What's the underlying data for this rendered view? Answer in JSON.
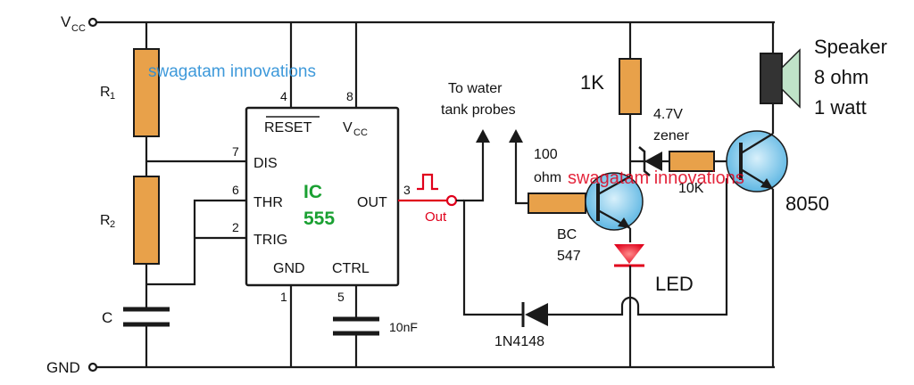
{
  "labels": {
    "vcc_main": "V",
    "vcc_sub": "CC",
    "gnd": "GND",
    "r1": "R",
    "r1_sub": "1",
    "r2": "R",
    "r2_sub": "2",
    "c": "C",
    "ic_line1": "IC",
    "ic_line2": "555",
    "pin_reset": "RESET",
    "pin_vcc_main": "V",
    "pin_vcc_sub": "CC",
    "pin_dis": "DIS",
    "pin_thr": "THR",
    "pin_trig": "TRIG",
    "pin_out": "OUT",
    "pin_gnd": "GND",
    "pin_ctrl": "CTRL",
    "num_4": "4",
    "num_8": "8",
    "num_7": "7",
    "num_6": "6",
    "num_2": "2",
    "num_3": "3",
    "num_1": "1",
    "num_5": "5",
    "out_label": "Out",
    "cap_10nf": "10nF",
    "probes_line1": "To water",
    "probes_line2": "tank probes",
    "r100_line1": "100",
    "r100_line2": "ohm",
    "bc_line1": "BC",
    "bc_line2": "547",
    "led": "LED",
    "diode": "1N4148",
    "r1k": "1K",
    "zener_line1": "4.7V",
    "zener_line2": "zener",
    "r10k": "10K",
    "q8050": "8050",
    "speaker_line1": "Speaker",
    "speaker_line2": "8 ohm",
    "speaker_line3": "1 watt"
  },
  "watermarks": {
    "top": "swagatam innovations",
    "bottom": "swagatam innovations"
  },
  "colors": {
    "resistor": "#e8a14a",
    "wire": "#1a1a1a",
    "ic_text": "#1aa032",
    "out_signal": "#e0001b",
    "watermark_top": "#2a8fd6",
    "watermark_bottom": "#e0001b",
    "led": "#e0001b",
    "transistor": "#7cc6e8",
    "speaker_cone": "#bfe3c8"
  }
}
